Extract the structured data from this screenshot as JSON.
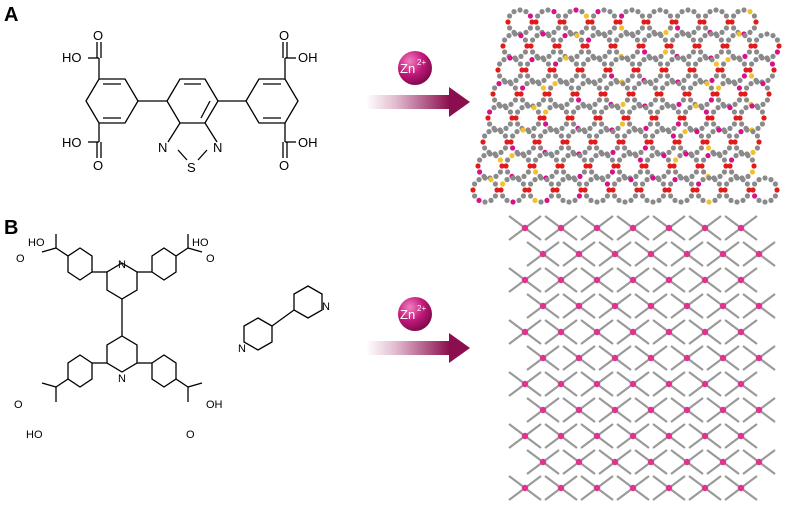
{
  "panels": [
    {
      "label": "A",
      "ion": {
        "symbol": "Zn",
        "charge": "2+"
      },
      "atoms": {
        "carboxyl": "HO",
        "carboxyl_right": "OH",
        "oxygen": "O",
        "nitrogen": "N",
        "sulfur": "S"
      }
    },
    {
      "label": "B",
      "ion": {
        "symbol": "Zn",
        "charge": "2+"
      },
      "atoms": {
        "carboxyl": "HO",
        "carboxyl_right": "OH",
        "oxygen": "O",
        "nitrogen": "N"
      }
    }
  ],
  "colors": {
    "ion": "#c2187a",
    "arrow": "#8b0e4e",
    "carbon_sphere": "#8a8a8a",
    "oxygen_sphere": "#e31a1a",
    "zinc_sphere": "#d6128a",
    "sulfur_sphere": "#f2c12e",
    "stick_gray": "#9a9a9a",
    "stick_pink": "#e0338f"
  }
}
